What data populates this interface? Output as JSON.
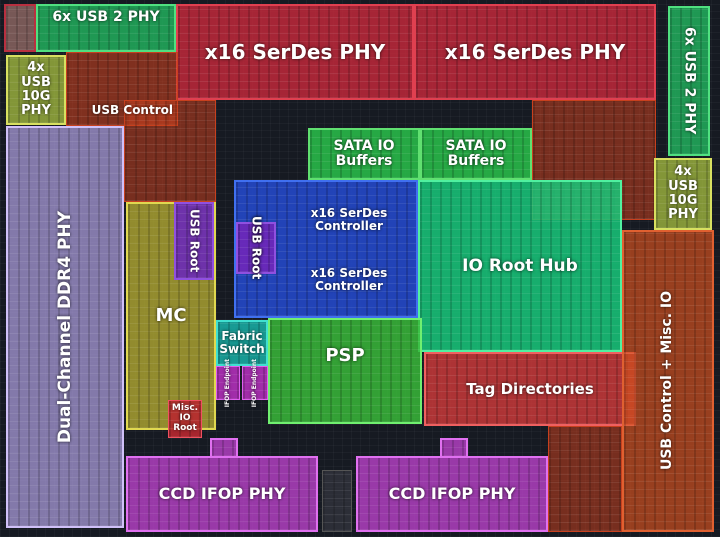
{
  "diagram": {
    "background": "#161a22",
    "labels": {
      "usb2_phy_top": "6x USB 2 PHY",
      "serdes_phy_left": "x16 SerDes PHY",
      "serdes_phy_right": "x16 SerDes PHY",
      "usb2_phy_right": "6x USB 2 PHY",
      "usb10g_phy_left": "4x\nUSB\n10G\nPHY",
      "usb_control": "USB Control",
      "usb10g_phy_right": "4x\nUSB\n10G\nPHY",
      "sata_io_left": "SATA IO\nBuffers",
      "sata_io_right": "SATA IO\nBuffers",
      "ddr4_phy": "Dual-Channel DDR4 PHY",
      "usb_root_1": "USB Root",
      "usb_root_2": "USB\nRoot",
      "serdes_ctrl_1": "x16 SerDes\nController",
      "serdes_ctrl_2": "x16 SerDes\nController",
      "io_root_hub": "IO Root Hub",
      "mc": "MC",
      "fabric_switch": "Fabric\nSwitch",
      "psp": "PSP",
      "tag_directories": "Tag Directories",
      "ifop_endpoint_1": "IFOP\nEndpoint",
      "ifop_endpoint_2": "IFOP\nEndpoint",
      "misc_io_root": "Misc.\nIO\nRoot",
      "usb_control_misc_io": "USB Control + Misc. IO",
      "ccd_ifop_left": "CCD IFOP PHY",
      "ccd_ifop_right": "CCD IFOP PHY"
    },
    "colors": {
      "serdes_phy": "#c0283a",
      "usb_control_region": "#c8401e",
      "usb2_phy": "#22b860",
      "usb10g_phy": "#a8c040",
      "sata_io": "#28b848",
      "ddr4_phy": "#a89ad8",
      "usb_root": "#6a28b8",
      "serdes_controller": "#2448c8",
      "io_root_hub": "#18c87a",
      "mc": "#a8a030",
      "fabric_switch": "#18a8a0",
      "psp": "#38b838",
      "tag_directories": "#c83838",
      "ifop_endpoint": "#b030b8",
      "misc_io_root": "#b82830",
      "usb_control_misc_io": "#d0501e",
      "ccd_ifop_phy": "#b040c0"
    }
  }
}
